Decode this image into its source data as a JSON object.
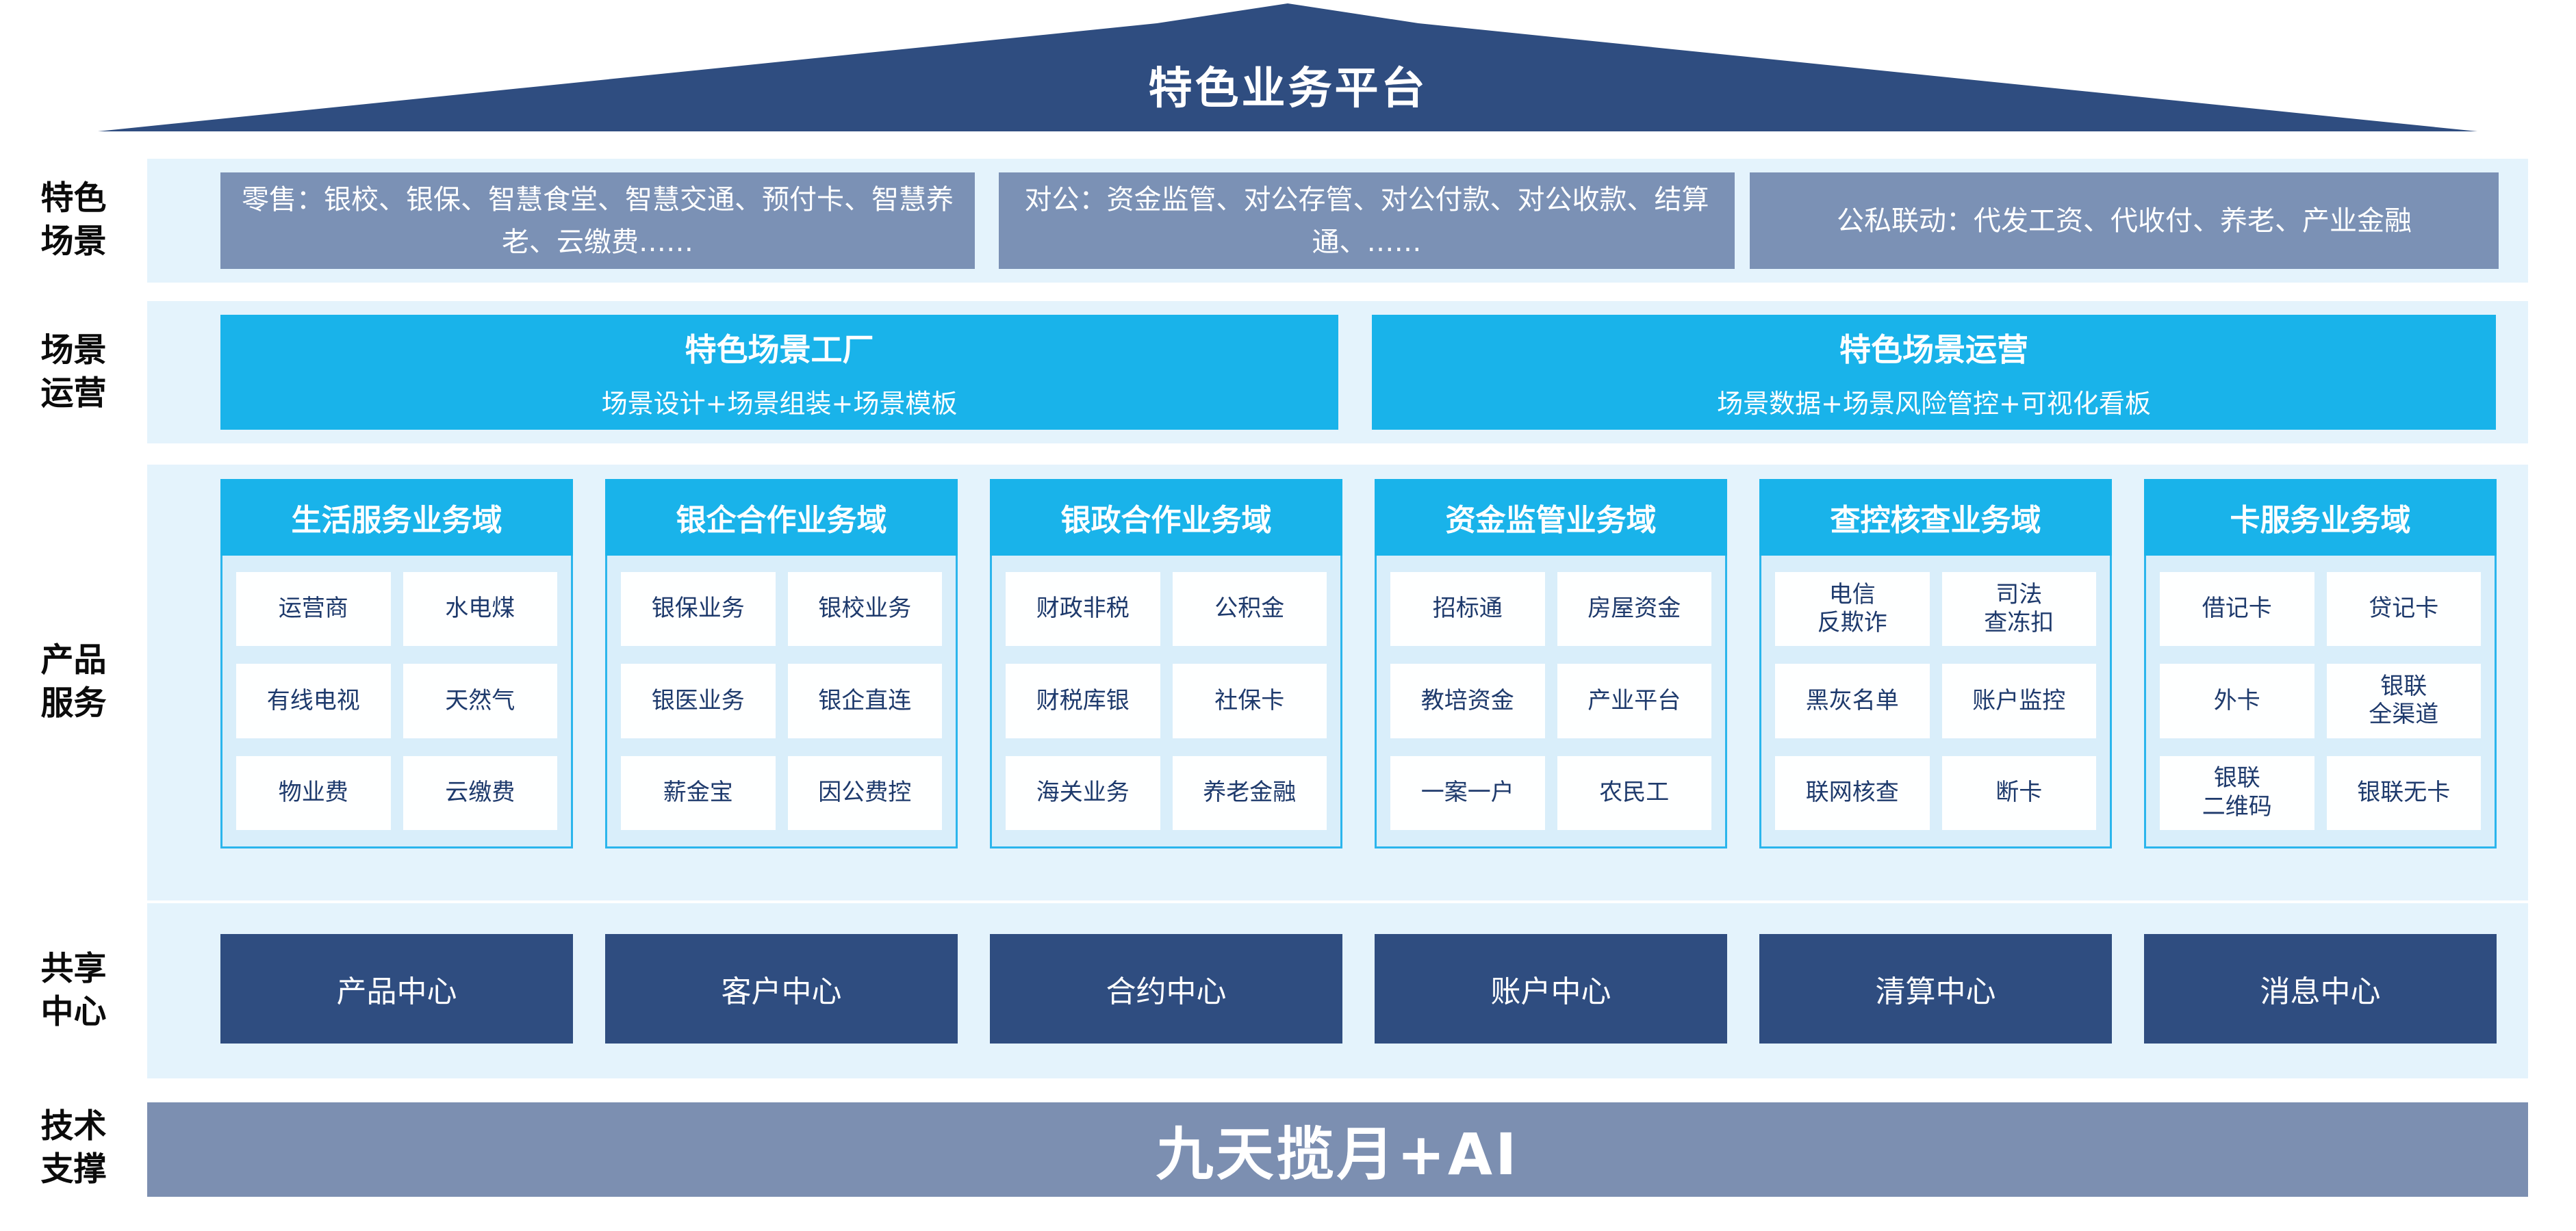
{
  "roof": {
    "title": "特色业务平台"
  },
  "scene_row": {
    "label": "特色\n场景",
    "boxes": [
      "零售：银校、银保、智慧食堂、智慧交通、预付卡、智慧养老、云缴费……",
      "对公：资金监管、对公存管、对公付款、对公收款、结算通、……",
      "公私联动：代发工资、代收付、养老、产业金融"
    ]
  },
  "operation_row": {
    "label": "场景\n运营",
    "boxes": [
      {
        "title": "特色场景工厂",
        "subtitle": "场景设计+场景组装+场景模板"
      },
      {
        "title": "特色场景运营",
        "subtitle": "场景数据+场景风险管控+可视化看板"
      }
    ]
  },
  "product_row": {
    "label": "产品\n服务",
    "domains": [
      {
        "title": "生活服务业务域",
        "items": [
          "运营商",
          "水电煤",
          "有线电视",
          "天然气",
          "物业费",
          "云缴费"
        ]
      },
      {
        "title": "银企合作业务域",
        "items": [
          "银保业务",
          "银校业务",
          "银医业务",
          "银企直连",
          "薪金宝",
          "因公费控"
        ]
      },
      {
        "title": "银政合作业务域",
        "items": [
          "财政非税",
          "公积金",
          "财税库银",
          "社保卡",
          "海关业务",
          "养老金融"
        ]
      },
      {
        "title": "资金监管业务域",
        "items": [
          "招标通",
          "房屋资金",
          "教培资金",
          "产业平台",
          "一案一户",
          "农民工"
        ]
      },
      {
        "title": "查控核查业务域",
        "items": [
          "电信\n反欺诈",
          "司法\n查冻扣",
          "黑灰名单",
          "账户监控",
          "联网核查",
          "断卡"
        ]
      },
      {
        "title": "卡服务业务域",
        "items": [
          "借记卡",
          "贷记卡",
          "外卡",
          "银联\n全渠道",
          "银联\n二维码",
          "银联无卡"
        ]
      }
    ]
  },
  "center_row": {
    "label": "共享\n中心",
    "boxes": [
      "产品中心",
      "客户中心",
      "合约中心",
      "账户中心",
      "清算中心",
      "消息中心"
    ]
  },
  "tech_row": {
    "label": "技术\n支撑",
    "banner": "九天揽月+AI"
  },
  "colors": {
    "roof_blue": "#2F4D80",
    "scene_gray_blue": "#7B91B5",
    "cyan": "#19B3EA",
    "band_light_blue": "#E4F3FC",
    "domain_body_blue": "#D9EEFA",
    "domain_border_cyan": "#2BB5EC",
    "card_text_navy": "#1E3A6C",
    "center_dark_blue": "#2F4D80",
    "tech_bar_gray_blue": "#7C8FB1"
  }
}
